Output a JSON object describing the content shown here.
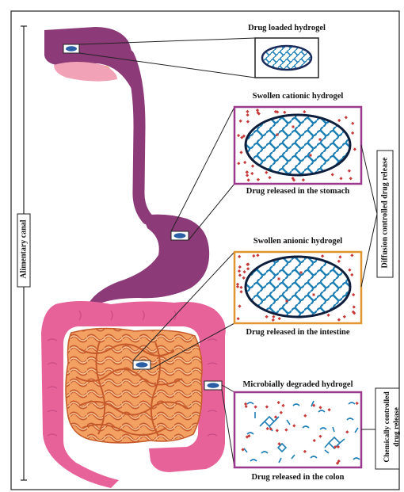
{
  "labels": {
    "alimentary_canal": "Alimentary canal",
    "drug_loaded": "Drug loaded hydrogel",
    "swollen_cationic": "Swollen cationic hydrogel",
    "released_stomach": "Drug released in the stomach",
    "swollen_anionic": "Swollen anionic hydrogel",
    "released_intestine": "Drug released in the intestine",
    "microbially_degraded": "Microbially degraded hydrogel",
    "released_colon": "Drug released in the colon",
    "diffusion_controlled": "Diffusion controlled drug release",
    "chemically_controlled_line1": "Chemically controlled",
    "chemically_controlled_line2": "drug release"
  },
  "colors": {
    "digestive_tract": "#8c3a78",
    "salivary_gland": "#e8891f",
    "tongue": "#f2a2b6",
    "colon": "#e8629a",
    "small_intestine": "#f08a45",
    "hydrogel_network": "#1e7fb5",
    "drug_dot": "#c83a3a",
    "box_cationic": "#9a3a8e",
    "box_anionic": "#e0962e",
    "box_colon": "#9a3a8e"
  }
}
